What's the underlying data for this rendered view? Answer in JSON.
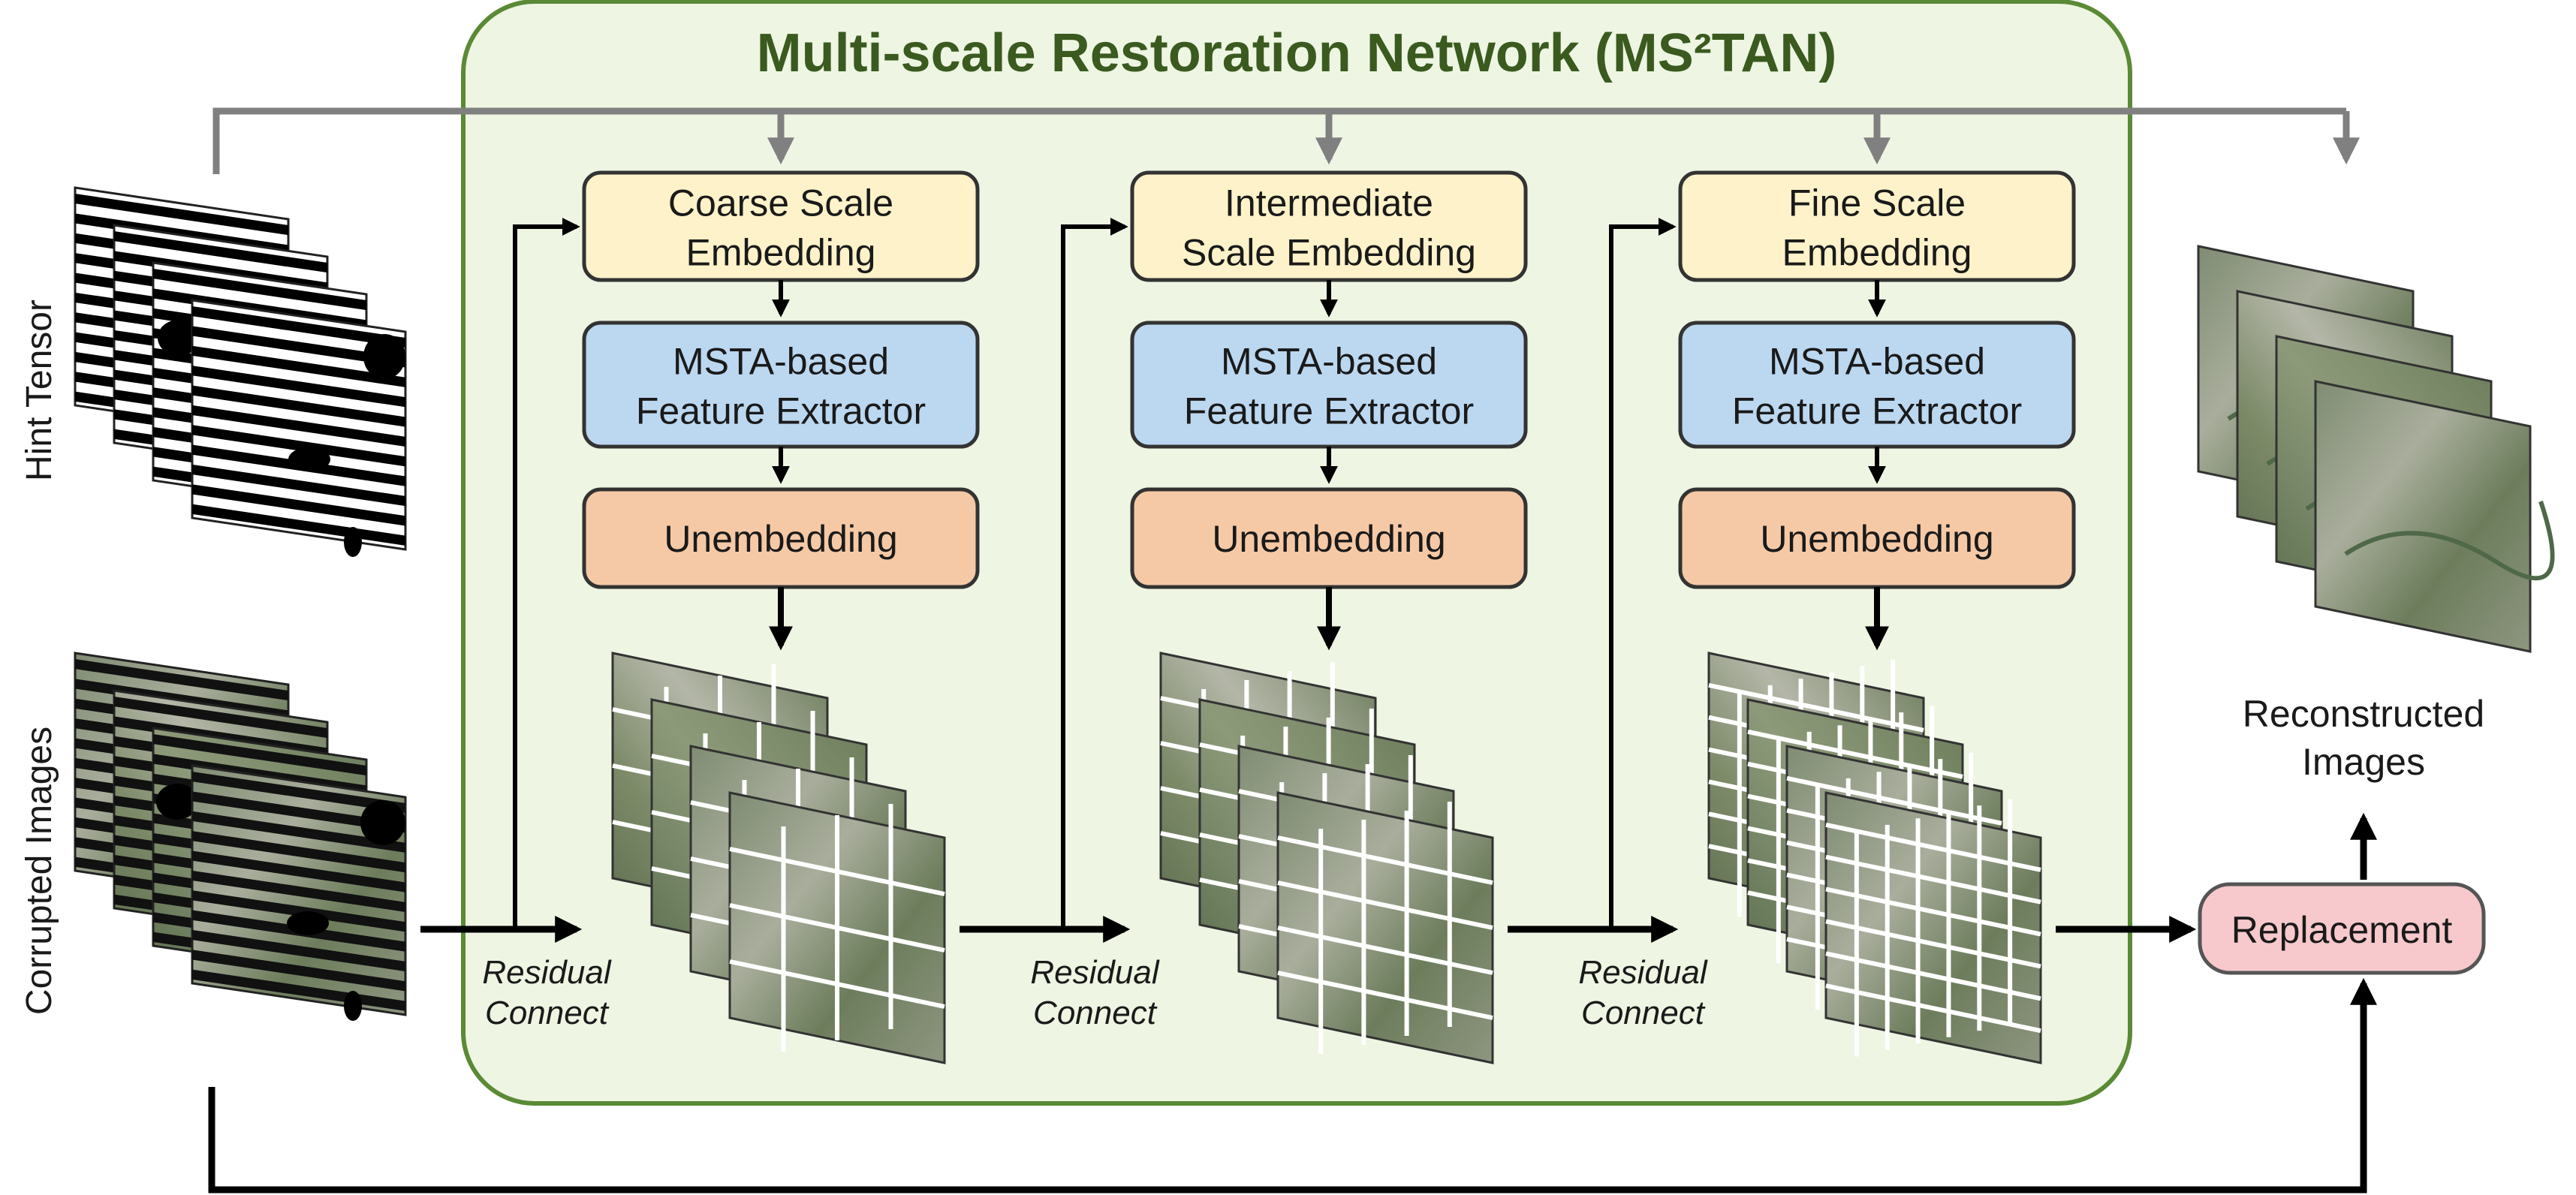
{
  "title": "Multi-scale Restoration Network (MS²TAN)",
  "inputs": {
    "hint_tensor": "Hint Tensor",
    "corrupted_images": "Corrupted Images"
  },
  "stages": [
    {
      "embedding": [
        "Coarse Scale",
        "Embedding"
      ],
      "extractor": [
        "MSTA-based",
        "Feature Extractor"
      ],
      "unembedding": "Unembedding",
      "residual": [
        "Residual",
        "Connect"
      ],
      "grid_divisions": 4
    },
    {
      "embedding": [
        "Intermediate",
        "Scale Embedding"
      ],
      "extractor": [
        "MSTA-based",
        "Feature Extractor"
      ],
      "unembedding": "Unembedding",
      "residual": [
        "Residual",
        "Connect"
      ],
      "grid_divisions": 5
    },
    {
      "embedding": [
        "Fine Scale",
        "Embedding"
      ],
      "extractor": [
        "MSTA-based",
        "Feature Extractor"
      ],
      "unembedding": "Unembedding",
      "residual": [
        "Residual",
        "Connect"
      ],
      "grid_divisions": 7
    }
  ],
  "output": {
    "reconstructed": [
      "Reconstructed",
      "Images"
    ],
    "replacement": "Replacement"
  },
  "colors": {
    "network_fill": "#eef5e3",
    "network_border": "#5a8a35",
    "title": "#3a5a1f",
    "embedding_fill": "#fdf2c9",
    "extractor_fill": "#bcd7f0",
    "unembedding_fill": "#f6c9a6",
    "replacement_fill": "#f7c9cc",
    "box_border": "#333333",
    "hint_arrow": "#808080",
    "arrow": "#000000"
  },
  "icons": {
    "hint_stack": "striped-mask-stack-icon",
    "corrupted_stack": "satellite-image-stack-icon",
    "feature_stack": "gridded-feature-map-stack-icon",
    "reconstructed_stack": "satellite-image-stack-icon"
  }
}
